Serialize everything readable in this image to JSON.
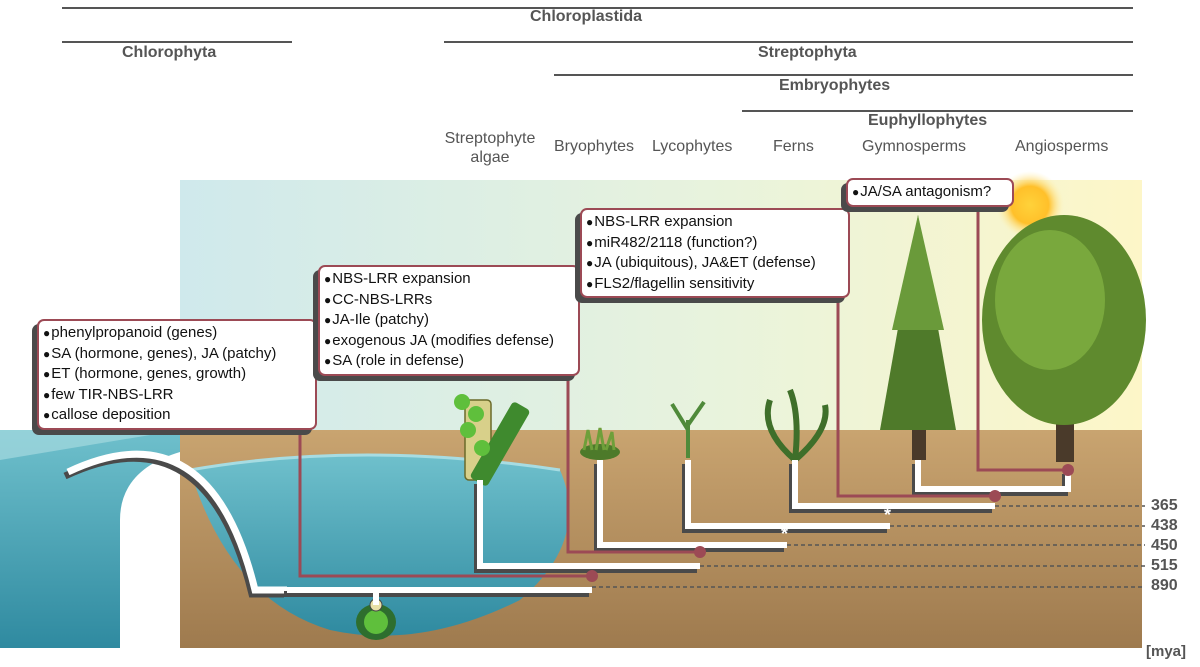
{
  "clades": {
    "chloroplastida": "Chloroplastida",
    "chlorophyta": "Chlorophyta",
    "streptophyta": "Streptophyta",
    "embryophytes": "Embryophytes",
    "euphyllophytes": "Euphyllophytes"
  },
  "taxa": {
    "streptophyte_algae_line1": "Streptophyte",
    "streptophyte_algae_line2": "algae",
    "bryophytes": "Bryophytes",
    "lycophytes": "Lycophytes",
    "ferns": "Ferns",
    "gymnosperms": "Gymnosperms",
    "angiosperms": "Angiosperms"
  },
  "boxes": {
    "chloroplastida_traits": [
      "phenylpropanoid (genes)",
      "SA (hormone, genes), JA (patchy)",
      "ET (hormone, genes, growth)",
      "few TIR-NBS-LRR",
      "callose deposition"
    ],
    "streptophyta_traits": [
      "NBS-LRR expansion",
      "CC-NBS-LRRs",
      "JA-Ile (patchy)",
      "exogenous JA (modifies defense)",
      "SA (role in defense)"
    ],
    "euphyllophyte_traits": [
      "NBS-LRR expansion",
      "miR482/2118 (function?)",
      "JA (ubiquitous), JA&ET (defense)",
      "FLS2/flagellin sensitivity"
    ],
    "angiosperm_traits": [
      "JA/SA antagonism?"
    ]
  },
  "timescale": {
    "ticks": [
      "365",
      "438",
      "450",
      "515",
      "890"
    ],
    "unit": "[mya]"
  },
  "colors": {
    "highlight_branch": "#9c4a55",
    "branch": "#ffffff",
    "branch_shadow": "#4a4a4a",
    "label": "#555555",
    "soil": "#b08a5c",
    "water": "#4aa3b4",
    "sky": "#eef6d6"
  }
}
